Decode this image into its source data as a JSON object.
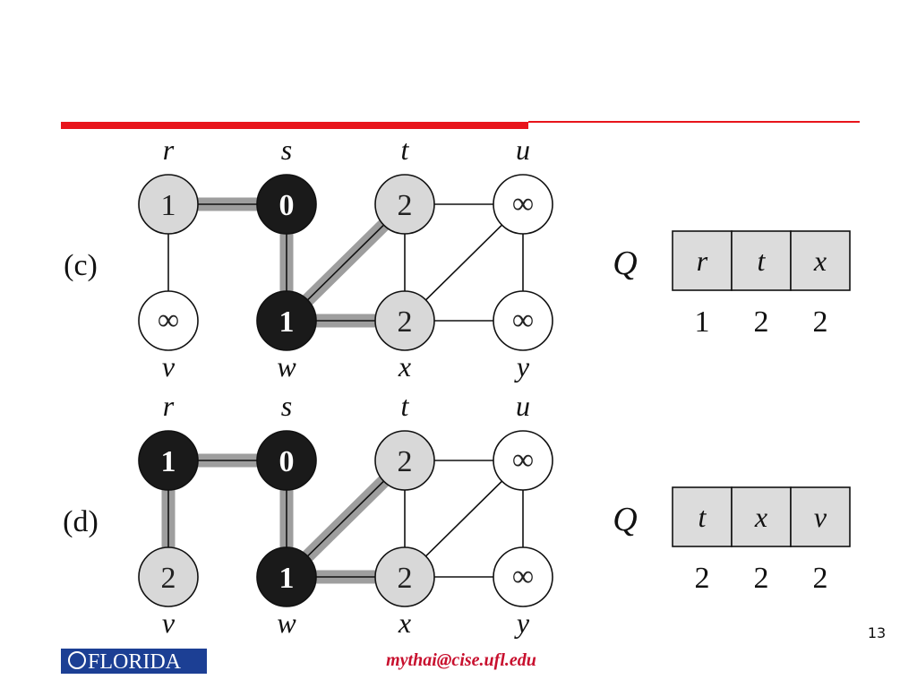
{
  "colors": {
    "accent_red": "#e8141b",
    "node_gray": "#d8d8d8",
    "node_black": "#1a1a1a",
    "tree_edge": "#9e9e9e",
    "queue_cell": "#dcdcdc"
  },
  "panels": [
    {
      "label": "(c)",
      "nodes": [
        {
          "id": "r",
          "value": "1",
          "state": "gray"
        },
        {
          "id": "s",
          "value": "0",
          "state": "black"
        },
        {
          "id": "t",
          "value": "2",
          "state": "gray"
        },
        {
          "id": "u",
          "value": "∞",
          "state": "white"
        },
        {
          "id": "v",
          "value": "∞",
          "state": "white"
        },
        {
          "id": "w",
          "value": "1",
          "state": "black"
        },
        {
          "id": "x",
          "value": "2",
          "state": "gray"
        },
        {
          "id": "y",
          "value": "∞",
          "state": "white"
        }
      ],
      "tree_edges": [
        [
          "r",
          "s"
        ],
        [
          "s",
          "w"
        ],
        [
          "w",
          "t"
        ],
        [
          "w",
          "x"
        ]
      ],
      "queue": {
        "label": "Q",
        "items": [
          "r",
          "t",
          "x"
        ],
        "distances": [
          "1",
          "2",
          "2"
        ]
      }
    },
    {
      "label": "(d)",
      "nodes": [
        {
          "id": "r",
          "value": "1",
          "state": "black"
        },
        {
          "id": "s",
          "value": "0",
          "state": "black"
        },
        {
          "id": "t",
          "value": "2",
          "state": "gray"
        },
        {
          "id": "u",
          "value": "∞",
          "state": "white"
        },
        {
          "id": "v",
          "value": "2",
          "state": "gray"
        },
        {
          "id": "w",
          "value": "1",
          "state": "black"
        },
        {
          "id": "x",
          "value": "2",
          "state": "gray"
        },
        {
          "id": "y",
          "value": "∞",
          "state": "white"
        }
      ],
      "tree_edges": [
        [
          "r",
          "s"
        ],
        [
          "s",
          "w"
        ],
        [
          "w",
          "t"
        ],
        [
          "w",
          "x"
        ],
        [
          "r",
          "v"
        ]
      ],
      "queue": {
        "label": "Q",
        "items": [
          "t",
          "x",
          "v"
        ],
        "distances": [
          "2",
          "2",
          "2"
        ]
      }
    }
  ],
  "graph_edges": [
    [
      "r",
      "s"
    ],
    [
      "r",
      "v"
    ],
    [
      "s",
      "w"
    ],
    [
      "w",
      "t"
    ],
    [
      "w",
      "x"
    ],
    [
      "t",
      "u"
    ],
    [
      "t",
      "x"
    ],
    [
      "x",
      "u"
    ],
    [
      "x",
      "y"
    ],
    [
      "u",
      "y"
    ]
  ],
  "footer": {
    "logo_text": "FLORIDA",
    "email": "mythai@cise.ufl.edu",
    "page_number": "13"
  }
}
